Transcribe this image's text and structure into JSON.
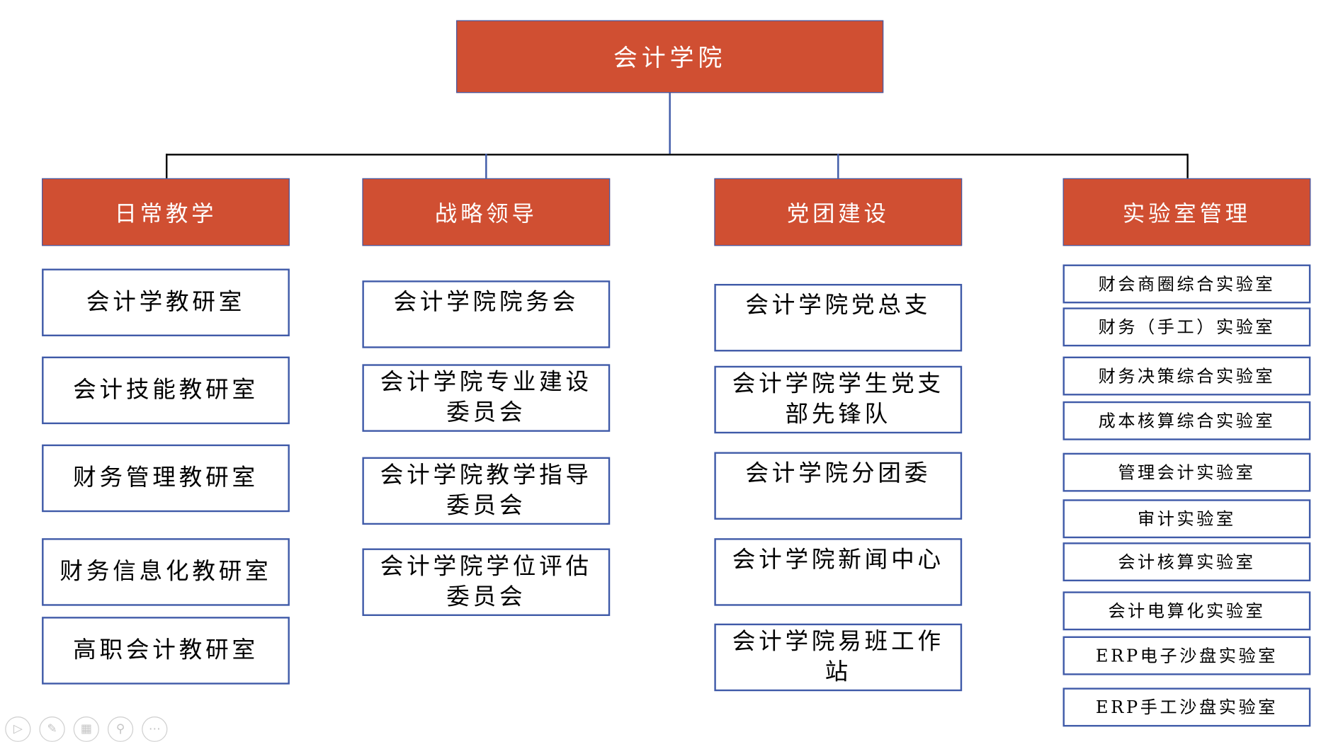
{
  "root": "会计学院",
  "columns": [
    {
      "title": "日常教学",
      "items": [
        "会计学教研室",
        "会计技能教研室",
        "财务管理教研室",
        "财务信息化教研室",
        "高职会计教研室"
      ]
    },
    {
      "title": "战略领导",
      "items": [
        "会计学院院务会",
        "会计学院专业建设委员会",
        "会计学院教学指导委员会",
        "会计学院学位评估委员会"
      ]
    },
    {
      "title": "党团建设",
      "items": [
        "会计学院党总支",
        "会计学院学生党支部先锋队",
        "会计学院分团委",
        "会计学院新闻中心",
        "会计学院易班工作站"
      ]
    },
    {
      "title": "实验室管理",
      "items": [
        "财会商圈综合实验室",
        "财务（手工）实验室",
        "财务决策综合实验室",
        "成本核算综合实验室",
        "管理会计实验室",
        "审计实验室",
        "会计核算实验室",
        "会计电算化实验室",
        "ERP电子沙盘实验室",
        "ERP手工沙盘实验室"
      ]
    }
  ],
  "controls": [
    {
      "name": "play-icon",
      "glyph": "▷"
    },
    {
      "name": "pen-icon",
      "glyph": "✎"
    },
    {
      "name": "slides-icon",
      "glyph": "▦"
    },
    {
      "name": "zoom-icon",
      "glyph": "⚲"
    },
    {
      "name": "more-icon",
      "glyph": "⋯"
    }
  ]
}
